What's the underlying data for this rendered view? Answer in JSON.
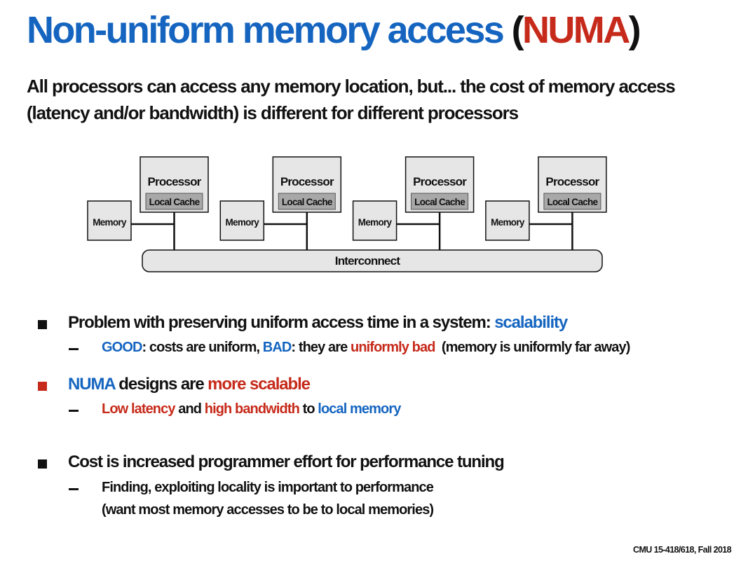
{
  "slide": {
    "title": {
      "main": "Non-uniform memory access",
      "open_paren": "(",
      "acronym": "NUMA",
      "close_paren": ")"
    },
    "subtitle_lines": [
      "All processors can access any memory location, but... the cost of memory access",
      "(latency and/or bandwidth) is different for different processors"
    ],
    "footer": "CMU 15-418/618, Fall 2018"
  },
  "diagram": {
    "processor_label": "Processor",
    "cache_label": "Local Cache",
    "memory_label": "Memory",
    "interconnect_label": "Interconnect",
    "node_count": 4
  },
  "bullets": [
    {
      "text": "Problem with preserving uniform access time in a system: ",
      "highlight": "scalability",
      "sub": {
        "good_label": "GOOD",
        "good_text": ": costs are uniform, ",
        "bad_label": "BAD",
        "bad_text": ": they are ",
        "uniformly_bad": "uniformly bad",
        "tail": "  (memory is uniformly far away)"
      }
    },
    {
      "numa": "NUMA",
      "text": " designs are ",
      "highlight": "more scalable",
      "sub": {
        "low_latency": "Low latency",
        "and": " and ",
        "high_bandwidth": "high bandwidth",
        "to": " to ",
        "local_memory": "local memory"
      }
    },
    {
      "text": "Cost is increased programmer effort for performance tuning",
      "sub_lines": [
        "Finding, exploiting locality is important to performance",
        "(want most memory accesses to be to local memories)"
      ]
    }
  ],
  "colors": {
    "blue": "#1565c0",
    "red": "#c62a1a",
    "box_fill": "#e6e6e6",
    "cache_fill": "#a8a8a8"
  }
}
